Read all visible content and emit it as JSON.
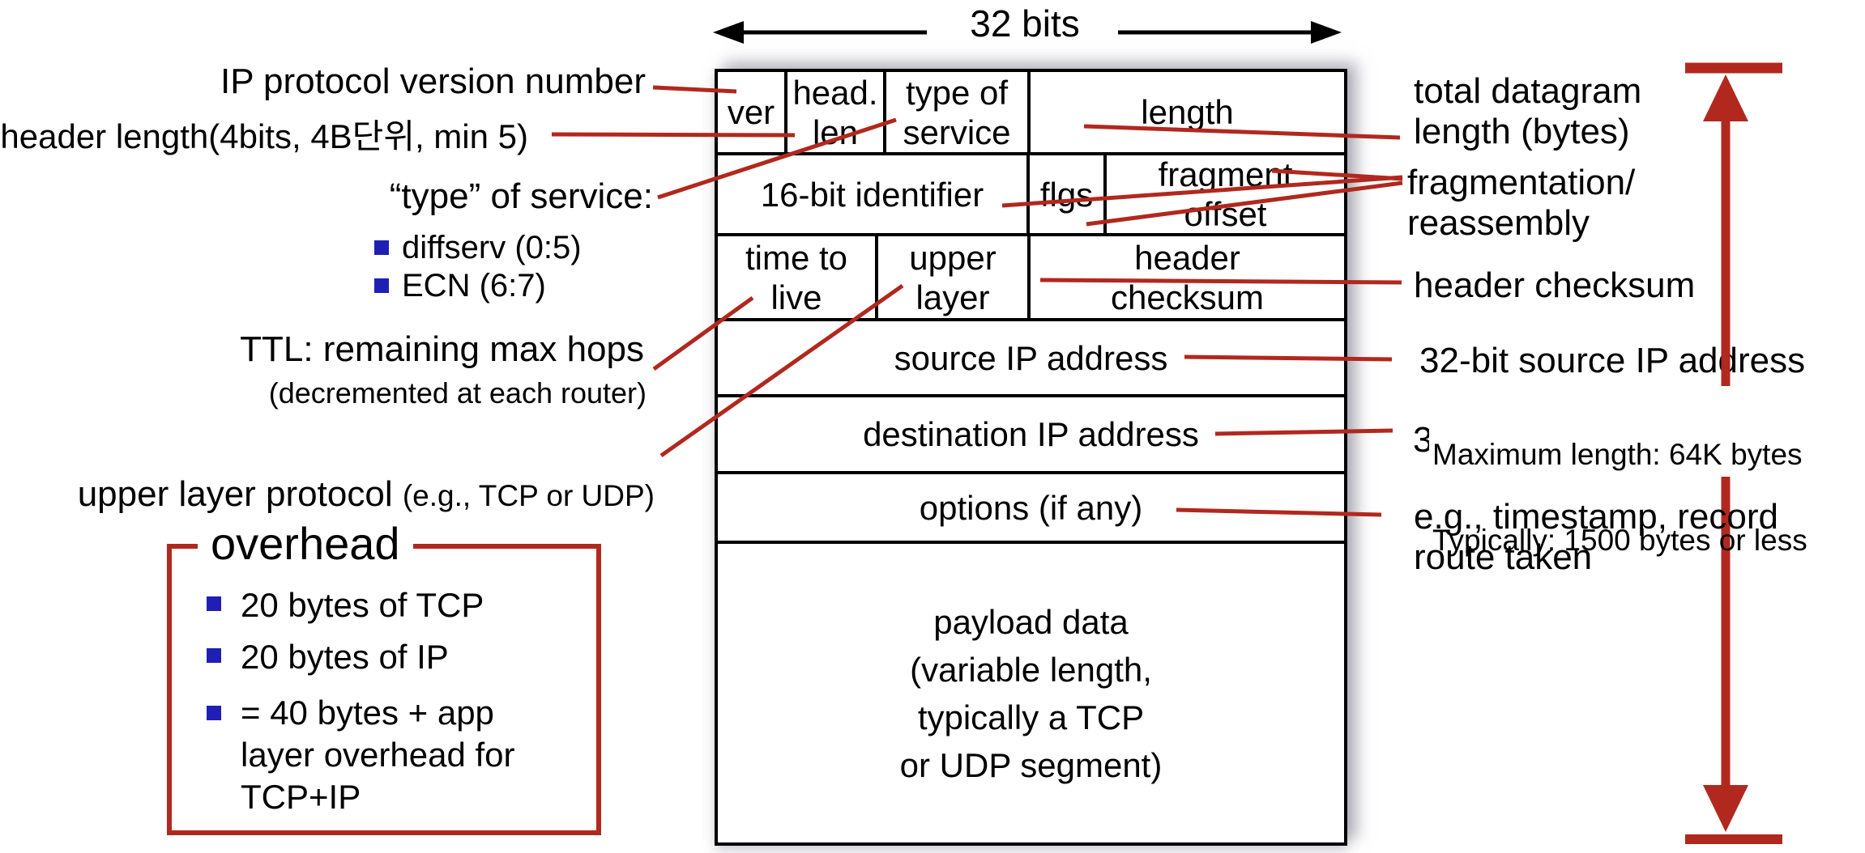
{
  "scale": {
    "label": "32 bits"
  },
  "header": {
    "ver": "ver",
    "head_len": "head.\nlen",
    "type_of_service": "type of\nservice",
    "length": "length",
    "identifier": "16-bit identifier",
    "flags": "flgs",
    "fragment_offset": "fragment\noffset",
    "ttl": "time to\nlive",
    "upper_layer": "upper\nlayer",
    "header_checksum": "header\nchecksum",
    "source": "source IP address",
    "destination": "destination IP address",
    "options": "options (if any)",
    "payload": "payload data\n(variable length,\ntypically a TCP\nor UDP segment)"
  },
  "left_notes": {
    "version": "IP protocol version number",
    "header_length": "header length(4bits, 4B단위, min 5)",
    "tos_title": "“type” of service:",
    "tos_items": [
      "diffserv (0:5)",
      "ECN (6:7)"
    ],
    "ttl_main": "TTL: remaining  max hops",
    "ttl_sub": "(decremented at each router)",
    "upper_main": "upper layer protocol ",
    "upper_paren": "(e.g., TCP or UDP)"
  },
  "right_notes": {
    "total_length": "total datagram\nlength (bytes)",
    "fragmentation": "fragmentation/\nreassembly",
    "checksum": "header checksum",
    "source": "32-bit source IP address",
    "destination_remnant": "3",
    "size_note_1": "Maximum length: 64K bytes",
    "size_note_2": "Typically: 1500 bytes or less",
    "options": "e.g., timestamp, record\nroute taken"
  },
  "overhead": {
    "title": "overhead",
    "items": [
      "20 bytes of TCP",
      "20 bytes of IP",
      "= 40 bytes + app\nlayer overhead for\nTCP+IP"
    ]
  },
  "colors": {
    "accent_red": "#B1281E",
    "bullet_blue": "#1F1FB4",
    "ink": "#000000"
  }
}
